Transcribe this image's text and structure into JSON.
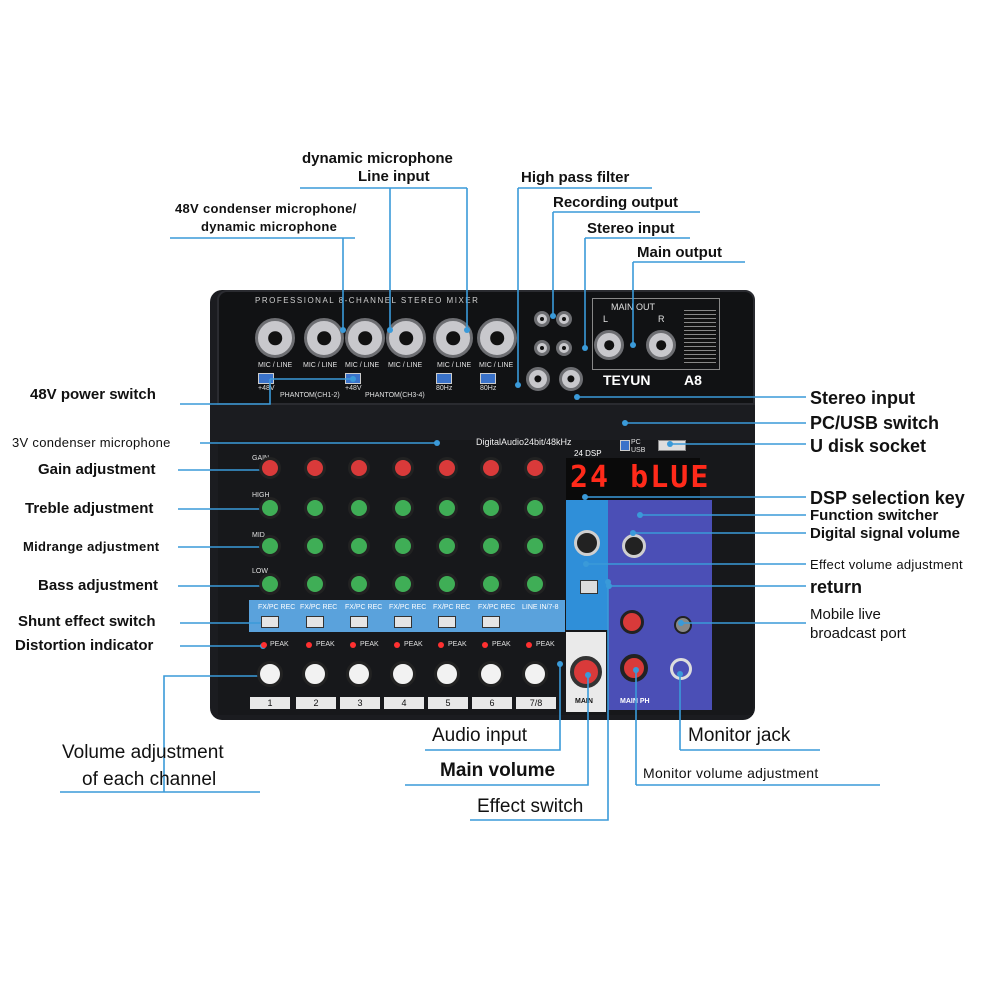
{
  "labels": {
    "dynamic_mic_line": "dynamic microphone",
    "line_input": "Line input",
    "high_pass": "High pass filter",
    "condenser_mic_1": "48V condenser microphone/",
    "condenser_mic_2": "dynamic microphone",
    "recording_output": "Recording output",
    "stereo_input_top": "Stereo input",
    "main_output": "Main output",
    "power_switch_48v": "48V power switch",
    "stereo_input_right": "Stereo input",
    "pc_usb_switch": "PC/USB switch",
    "u_disk_socket": "U disk socket",
    "condenser_3v": "3V condenser microphone",
    "gain": "Gain adjustment",
    "treble": "Treble adjustment",
    "midrange": "Midrange adjustment",
    "bass": "Bass adjustment",
    "shunt_effect": "Shunt effect switch",
    "distortion": "Distortion indicator",
    "dsp_key": "DSP selection key",
    "function_switcher": "Function switcher",
    "digital_volume": "Digital signal volume",
    "effect_volume": "Effect volume adjustment",
    "return": "return",
    "mobile_live_1": "Mobile live",
    "mobile_live_2": "broadcast port",
    "volume_each_1": "Volume adjustment",
    "volume_each_2": "of each channel",
    "audio_input": "Audio input",
    "main_volume": "Main volume",
    "effect_switch": "Effect switch",
    "monitor_jack": "Monitor jack",
    "monitor_volume": "Monitor volume adjustment"
  },
  "device": {
    "header": "PROFESSIONAL 8-CHANNEL STEREO MIXER",
    "brand": "TEYUN",
    "model": "A8",
    "main_out": "MAIN OUT",
    "l": "L",
    "r": "R",
    "mic_line": "MIC / LINE",
    "plus48": "+48V",
    "phantom_12": "PHANTOM(CH1-2)",
    "phantom_34": "PHANTOM(CH3-4)",
    "hz": "80Hz",
    "digital_audio": "DigitalAudio24bit/48kHz",
    "dsp_24": "24 DSP",
    "display": "24 bLUE",
    "pc": "PC",
    "usb": "USB",
    "gain": "GAIN",
    "high": "HIGH",
    "mid": "MID",
    "low": "LOW",
    "fx_pc_rec": "FX/PC REC",
    "line_in": "LINE IN/7-8",
    "peak": "PEAK",
    "main": "MAIN",
    "main_ph": "MAIN PH",
    "channels": [
      "1",
      "2",
      "3",
      "4",
      "5",
      "6",
      "7/8"
    ]
  },
  "colors": {
    "line": "#3a9ad9",
    "gain_knob": "#d93a3a",
    "eq_knob": "#3fae56",
    "body": "#1b1c20",
    "display_red": "#ff2a1a"
  }
}
